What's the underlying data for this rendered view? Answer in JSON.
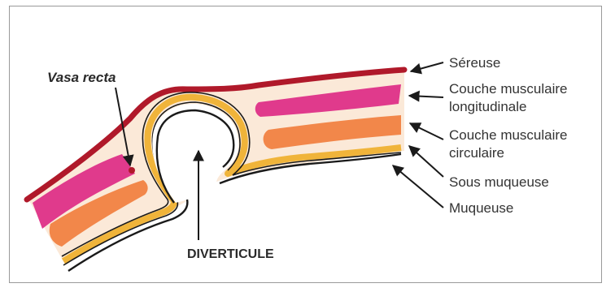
{
  "diagram": {
    "labels": {
      "sereuse": "Séreuse",
      "longitudinal_line1": "Couche musculaire",
      "longitudinal_line2": "longitudinale",
      "circular_line1": "Couche musculaire",
      "circular_line2": "circulaire",
      "sous_muqueuse": "Sous muqueuse",
      "muqueuse": "Muqueuse",
      "diverticule": "DIVERTICULE",
      "vasa_recta": "Vasa recta"
    },
    "colors": {
      "serosa": "#b0192a",
      "longitudinal_muscle": "#e03a8c",
      "circular_muscle": "#f2874a",
      "submucosa": "#fbe9d8",
      "mucosa_band": "#f0b43a",
      "outline": "#1a1a1a",
      "arrow": "#1a1a1a"
    }
  }
}
